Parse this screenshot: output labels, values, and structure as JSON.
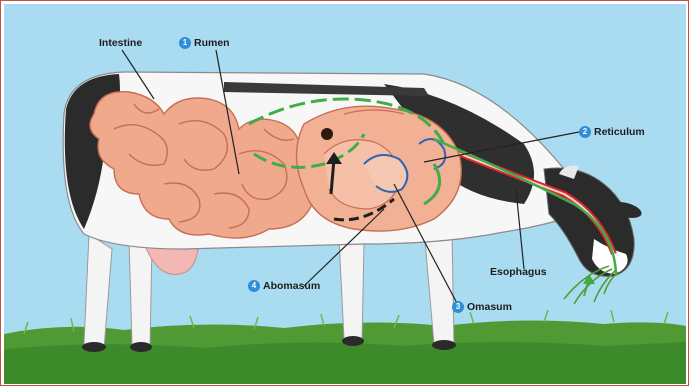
{
  "labels": {
    "intestine": "Intestine",
    "rumen": {
      "num": "1",
      "text": "Rumen"
    },
    "reticulum": {
      "num": "2",
      "text": "Reticulum"
    },
    "omasum": {
      "num": "3",
      "text": "Omasum"
    },
    "abomasum": {
      "num": "4",
      "text": "Abomasum"
    },
    "esophagus": "Esophagus"
  },
  "colors": {
    "sky": "#a9dcf1",
    "grass": "#4f9a35",
    "intestine": "#f0a98c",
    "flow_green": "#3fae49",
    "flow_red": "#d8282c",
    "flow_blue": "#2f63b5",
    "badge": "#2e8fd8",
    "frame": "#c0504d"
  }
}
